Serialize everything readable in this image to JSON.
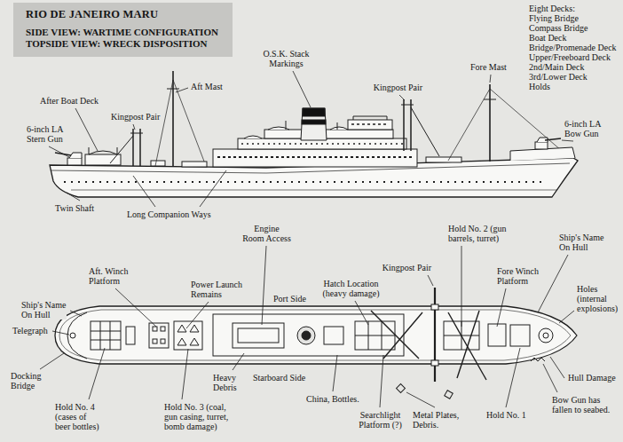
{
  "diagram": {
    "nodes": [
      {
        "text": [
          "RIO DE JANEIRO MARU",
          "SIDE VIEW: WARTIME CONFIGURATION",
          "TOPSIDE VIEW: WRECK DISPOSITION"
        ]
      }
    ],
    "labels": [
      "Eight Decks:",
      "Flying Bridge",
      "Compass Bridge",
      "Boat Deck",
      "Bridge/Promenade Deck",
      "Upper/Freeboard Deck",
      "2nd/Main Deck",
      "3rd/Lower Deck",
      "Holds",
      "Aft Mast",
      "O.S.K. Stack Markings",
      "Kingpost Pair",
      "Fore Mast",
      "After Boat Deck",
      "Kingpost Pair",
      "6-inch LA Stern Gun",
      "6-inch LA Bow Gun",
      "Twin Shaft",
      "Long Companion Ways",
      "Engine Room Access",
      "Hold No. 2 (gun barrels, turret)",
      "Ship's Name On Hull",
      "Aft. Winch Platform",
      "Power Launch Remains",
      "Port Side",
      "Hatch Location (heavy damage)",
      "Kingpost Pair",
      "Fore Winch Platform",
      "Holes (internal explosions)",
      "Ship's Name On Hull",
      "Telegraph",
      "Docking Bridge",
      "Heavy Debris",
      "Starboard Side",
      "China, Bottles.",
      "Hull Damage",
      "Bow Gun has fallen to seabed.",
      "Hold No. 4 (cases of beer bottles)",
      "Hold No. 3 (coal, gun casing, turret, bomb damage)",
      "Searchlight Platform (?)",
      "Metal Plates, Debris.",
      "Hold No. 1"
    ]
  }
}
